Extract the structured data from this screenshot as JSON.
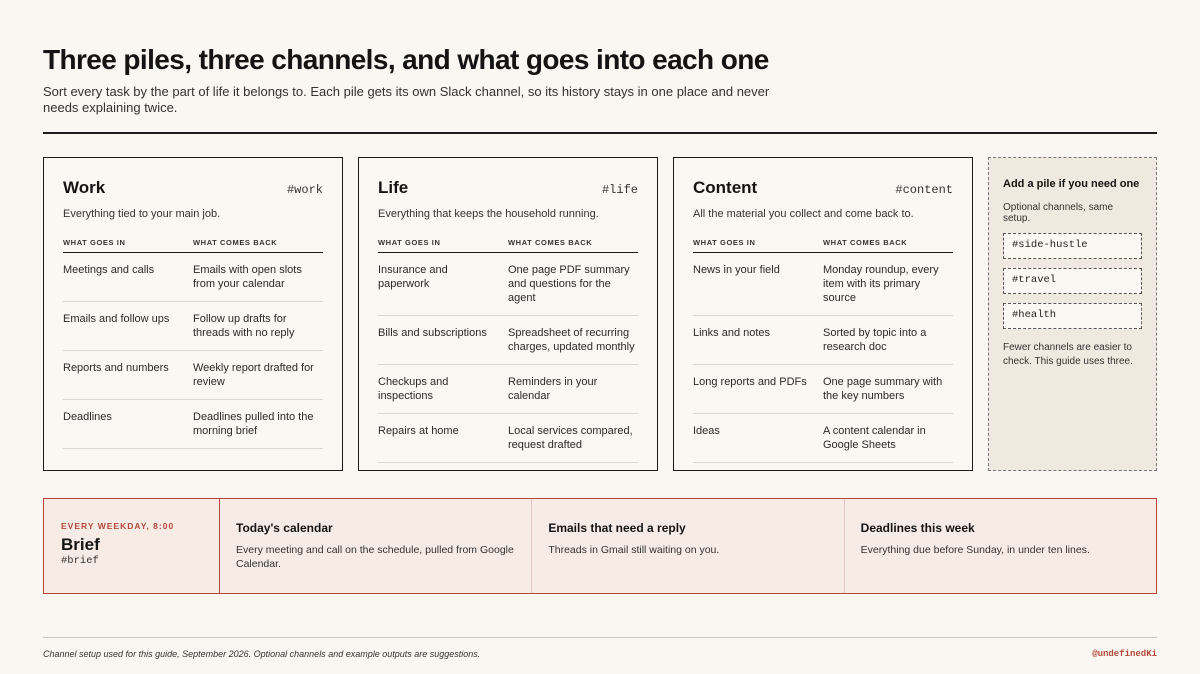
{
  "header": {
    "title": "Three piles, three channels, and what goes into each one",
    "subtitle": "Sort every task by the part of life it belongs to. Each pile gets its own Slack channel, so its history stays in one place and never needs explaining twice."
  },
  "cards": [
    {
      "title": "Work",
      "channel": "#work",
      "description": "Everything tied to your main job.",
      "col_in": "WHAT GOES IN",
      "col_back": "WHAT COMES BACK",
      "rows": [
        {
          "in": "Meetings and calls",
          "back": "Emails with open slots from your calendar"
        },
        {
          "in": "Emails and follow ups",
          "back": "Follow up drafts for threads with no reply"
        },
        {
          "in": "Reports and numbers",
          "back": "Weekly report drafted for review"
        },
        {
          "in": "Deadlines",
          "back": "Deadlines pulled into the morning brief"
        }
      ]
    },
    {
      "title": "Life",
      "channel": "#life",
      "description": "Everything that keeps the household running.",
      "col_in": "WHAT GOES IN",
      "col_back": "WHAT COMES BACK",
      "rows": [
        {
          "in": "Insurance and paperwork",
          "back": "One page PDF summary and questions for the agent"
        },
        {
          "in": "Bills and subscriptions",
          "back": "Spreadsheet of recurring charges, updated monthly"
        },
        {
          "in": "Checkups and inspections",
          "back": "Reminders in your calendar"
        },
        {
          "in": "Repairs at home",
          "back": "Local services compared, request drafted"
        }
      ]
    },
    {
      "title": "Content",
      "channel": "#content",
      "description": "All the material you collect and come back to.",
      "col_in": "WHAT GOES IN",
      "col_back": "WHAT COMES BACK",
      "rows": [
        {
          "in": "News in your field",
          "back": "Monday roundup, every item with its primary source"
        },
        {
          "in": "Links and notes",
          "back": "Sorted by topic into a research doc"
        },
        {
          "in": "Long reports and PDFs",
          "back": "One page summary with the key numbers"
        },
        {
          "in": "Ideas",
          "back": "A content calendar in Google Sheets"
        }
      ]
    }
  ],
  "extra": {
    "title": "Add a pile if you need one",
    "description": "Optional channels, same setup.",
    "channels": [
      "#side-hustle",
      "#travel",
      "#health"
    ],
    "note": "Fewer channels are easier to check. This guide uses three."
  },
  "brief": {
    "kicker": "EVERY WEEKDAY, 8:00",
    "title": "Brief",
    "channel": "#brief",
    "items": [
      {
        "title": "Today's calendar",
        "text": "Every meeting and call on the schedule, pulled from Google Calendar."
      },
      {
        "title": "Emails that need a reply",
        "text": "Threads in Gmail still waiting on you."
      },
      {
        "title": "Deadlines this week",
        "text": "Everything due before Sunday, in under ten lines."
      }
    ]
  },
  "footer": {
    "note": "Channel setup used for this guide, September 2026. Optional channels and example outputs are suggestions.",
    "handle": "@undefinedKi"
  },
  "colors": {
    "background": "#faf6f1",
    "accent": "#b4483c",
    "brief_background": "#f7ebe6",
    "extra_background": "#f0e9df"
  }
}
